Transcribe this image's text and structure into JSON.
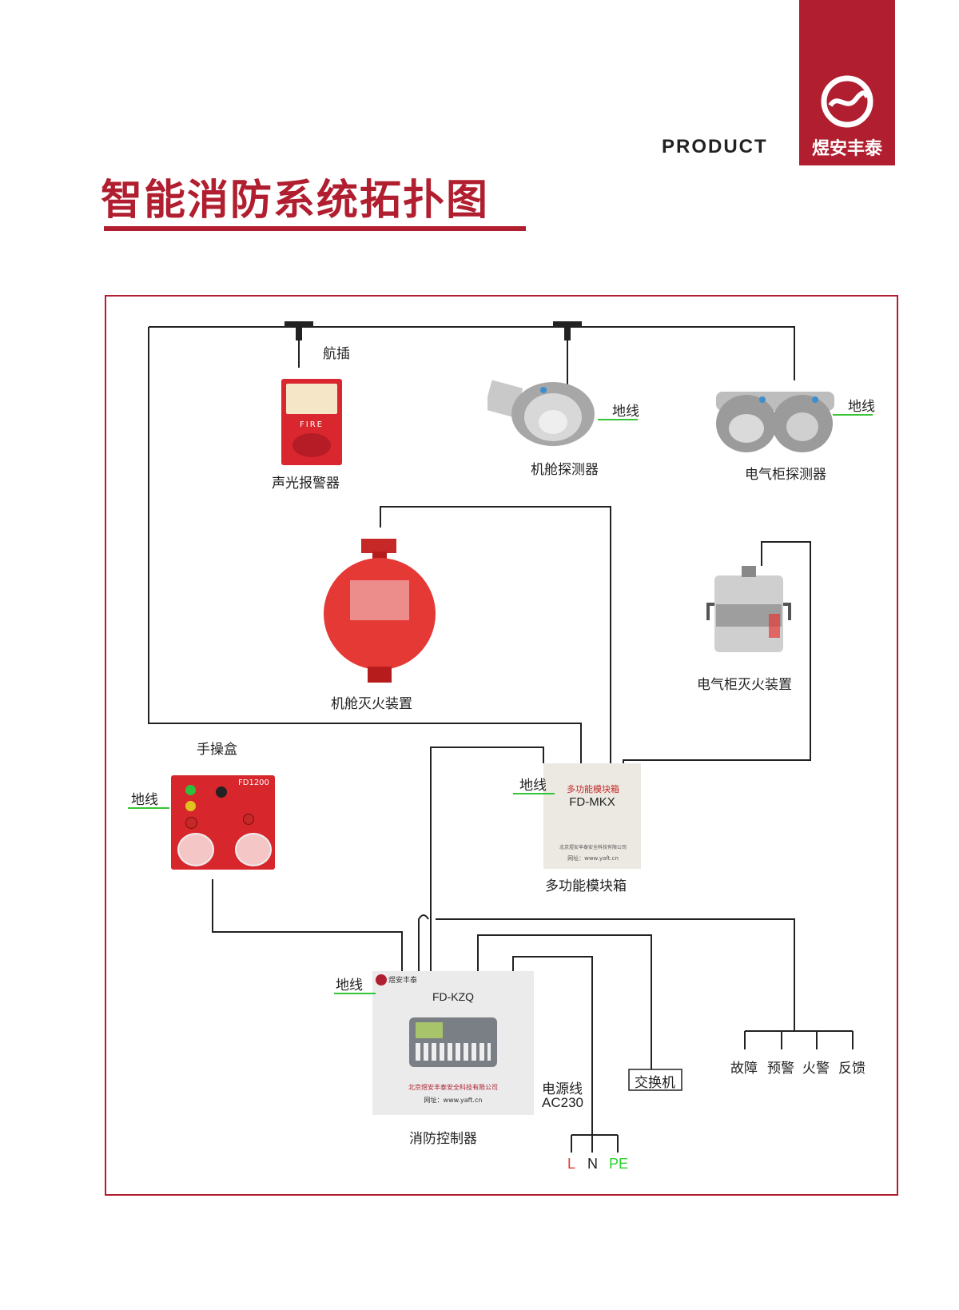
{
  "header": {
    "product_label": "PRODUCT",
    "brand_name": "煜安丰泰",
    "accent_color": "#b01e2f"
  },
  "title": "智能消防系统拓扑图",
  "diagram": {
    "connector_label": "航插",
    "ground_label": "地线",
    "devices": {
      "alarm": {
        "label": "声光报警器",
        "face_text": "FIRE"
      },
      "cabin_detector": {
        "label": "机舱探测器"
      },
      "cabinet_detector": {
        "label": "电气柜探测器"
      },
      "cabin_extinguisher": {
        "label": "机舱灭火装置"
      },
      "cabinet_extinguisher": {
        "label": "电气柜灭火装置"
      },
      "manual_box": {
        "label": "手操盒",
        "model": "FD1200"
      },
      "module_box": {
        "label": "多功能模块箱",
        "panel_title": "多功能模块箱",
        "model": "FD-MKX",
        "company": "北京煜安丰泰安全科技有限公司",
        "website": "网址：www.yaft.cn"
      },
      "controller": {
        "label": "消防控制器",
        "model": "FD-KZQ",
        "panel_brand": "煜安丰泰",
        "company": "北京煜安丰泰安全科技有限公司",
        "website": "网址：www.yaft.cn"
      }
    },
    "switch_label": "交换机",
    "power": {
      "label": "电源线",
      "voltage": "AC230",
      "l": "L",
      "n": "N",
      "pe": "PE"
    },
    "outputs": [
      "故障",
      "预警",
      "火警",
      "反馈"
    ]
  }
}
